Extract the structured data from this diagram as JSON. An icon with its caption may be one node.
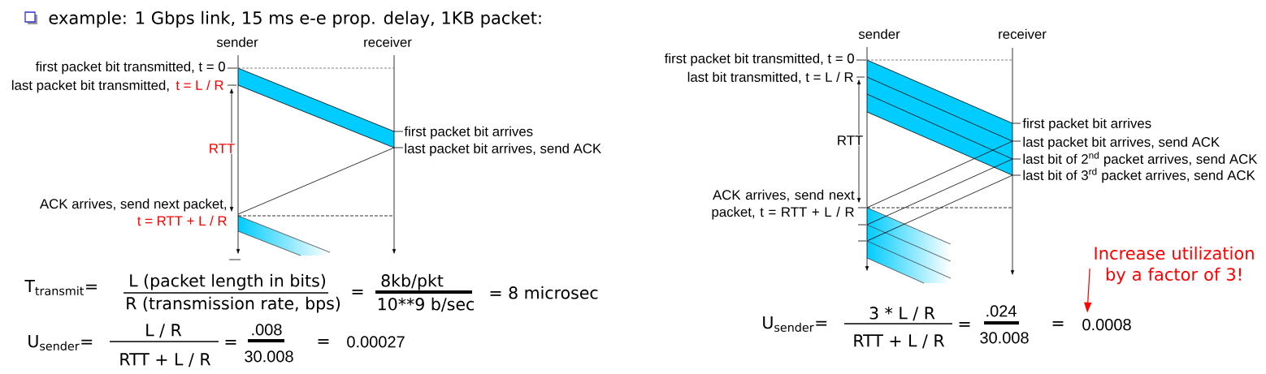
{
  "diagram": {
    "title": "example: 1 Gbps link, 15 ms e-e prop. delay, 1KB packet:",
    "nodes": [
      {
        "text": [
          "Increase utilization by a factor of 3!"
        ]
      },
      {
        "text": [
          "0.0008"
        ]
      }
    ],
    "edges": [
      {
        "from": 0,
        "to": 1,
        "arrow": "to",
        "color": "#ff0000"
      }
    ],
    "labels": [
      "sender",
      "receiver",
      "first packet bit transmitted, t = 0",
      "last packet bit transmitted,",
      "t = L / R",
      "first packet bit arrives",
      "RTT",
      "last packet bit arrives, send ACK",
      "ACK arrives, send next packet,",
      "t = RTT + L / R",
      "T$_{transmit}$=",
      "L (packet length in bits)",
      "R (transmission rate, bps)",
      "=",
      "8kb/pkt",
      "10**9 b/sec",
      "= 8 microsec",
      "U$_{sender}$=",
      "L / R",
      "RTT + L / R",
      "=",
      ".008",
      "30.008",
      "=",
      "0.00027",
      "sender",
      "receiver",
      "first packet bit transmitted, t = 0",
      "last bit transmitted, t = L / R",
      "first packet bit arrives",
      "RTT",
      "last packet bit arrives, send ACK",
      "last bit of 2$^{nd}$ packet arrives, send ACK",
      "last bit of 3$^{rd}$ packet arrives, send ACK",
      "ACK arrives, send next packet, t = RTT + L / R",
      "U$_{sender}$=",
      "3 * L / R",
      "RTT + L / R",
      "=",
      ".024",
      "30.008",
      "="
    ]
  }
}
